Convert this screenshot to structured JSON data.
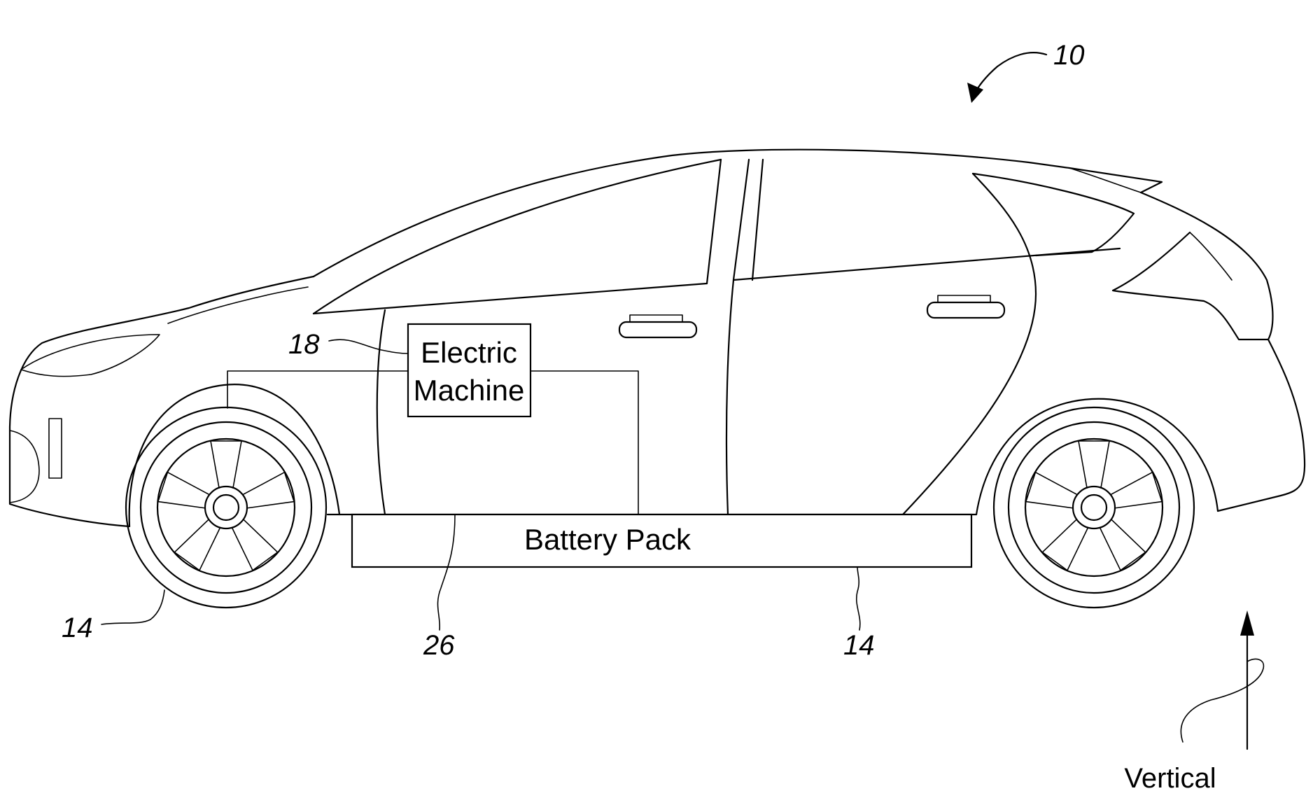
{
  "figure": {
    "reference_numerals": {
      "vehicle": "10",
      "wheel_front": "14",
      "wheel_rear": "14",
      "electric_machine": "18",
      "battery_pack": "26"
    },
    "labels": {
      "electric_machine_line1": "Electric",
      "electric_machine_line2": "Machine",
      "battery_pack": "Battery Pack",
      "vertical_axis": "Vertical"
    }
  }
}
